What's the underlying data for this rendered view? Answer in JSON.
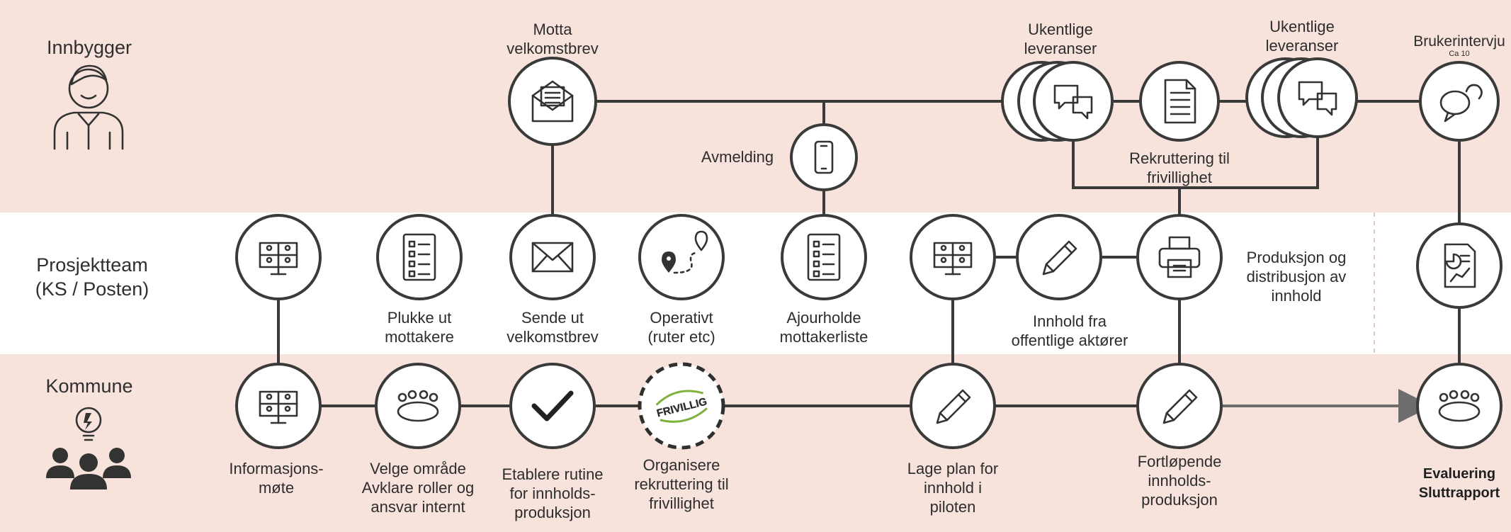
{
  "lanes": {
    "innbygger": "Innbygger",
    "prosjektteam": "Prosjektteam\n(KS / Posten)",
    "kommune": "Kommune"
  },
  "colors": {
    "band_top": "#f7e3db",
    "band_middle": "#ffffff",
    "band_bottom": "#f7e3db",
    "stroke": "#3a3a3a",
    "arrow": "#6d6d6d"
  },
  "innbygger": {
    "motta": "Motta\nvelkomstbrev",
    "avmelding": "Avmelding",
    "ukentlige_1": "Ukentlige\nleveranser",
    "ukentlige_2": "Ukentlige\nleveranser",
    "rekruttering": "Rekruttering til\nfrivillighet",
    "brukerintervju": "Brukerintervju",
    "brukerintervju_sub": "Ca 10"
  },
  "prosjektteam": {
    "plukke": "Plukke ut\nmottakere",
    "sende": "Sende ut\nvelkomstbrev",
    "operativt": "Operativt\n(ruter etc)",
    "ajourholde": "Ajourholde\nmottakerliste",
    "innhold": "Innhold fra\noffentlige aktører",
    "produksjon": "Produksjon og\ndistribusjon av\ninnhold"
  },
  "kommune": {
    "informasjon": "Informasjons-\nmøte",
    "velge": "Velge område\nAvklare roller og\nansvar internt",
    "etablere": "Etablere rutine\nfor innholds-\nproduksjon",
    "organisere": "Organisere\nrekruttering til\nfrivillighet",
    "lage": "Lage plan for\ninnhold i\npiloten",
    "fortlopende": "Fortløpende\ninnholds-\nproduksjon",
    "evaluering": "Evaluering\nSluttrapport"
  },
  "badge": {
    "frivillig": "FRIVILLIG"
  },
  "icons": {
    "citizen": "person-icon",
    "municipality": "group-lightbulb-icon",
    "video_meeting": "video-meeting-icon",
    "checklist": "checklist-icon",
    "envelope_open": "open-envelope-icon",
    "envelope": "envelope-icon",
    "route": "route-map-icon",
    "phone": "phone-icon",
    "chat": "chat-bubbles-icon",
    "document": "document-icon",
    "pencil": "pencil-icon",
    "printer": "printer-icon",
    "report": "report-chart-icon",
    "round_table": "meeting-table-icon",
    "checkmark": "checkmark-icon",
    "interview": "speech-bubbles-icon"
  }
}
